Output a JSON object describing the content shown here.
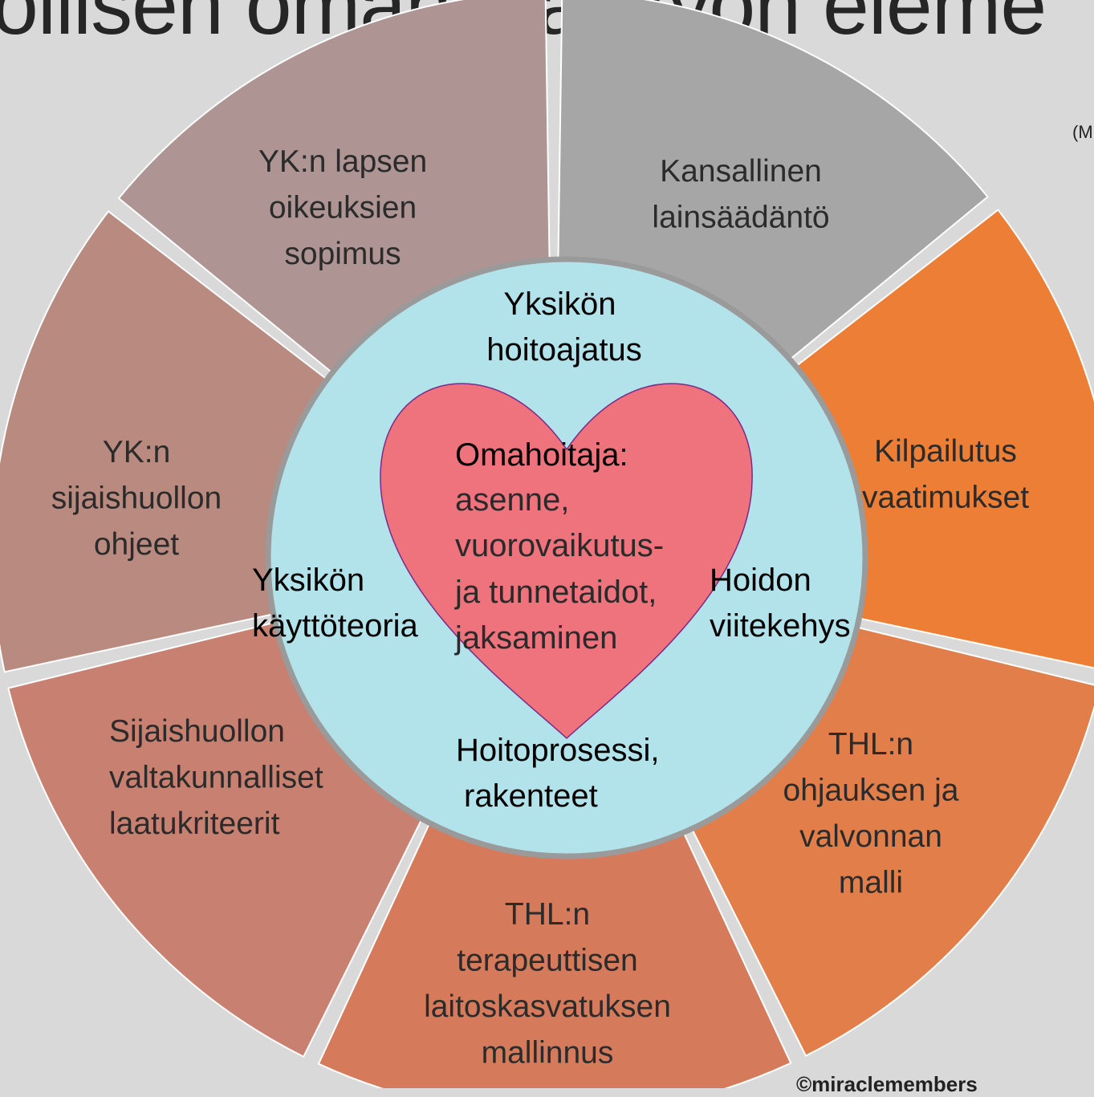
{
  "title": "ollisen omahoitajatyön eleme",
  "corner_note": "(M",
  "credit": "©miraclemembers",
  "colors": {
    "background": "#d9d9d9",
    "center_circle": "#b2e2ea",
    "center_ring": "#9a9a9a",
    "heart_fill": "#ee737c",
    "heart_stroke": "#7a2a8a"
  },
  "segments": [
    {
      "id": "yk-lapsen",
      "lines": [
        "YK:n lapsen",
        "oikeuksien",
        "sopimus"
      ],
      "color": "#a6a6a6"
    },
    {
      "id": "kansallinen",
      "lines": [
        "Kansallinen",
        "lainsäädäntö"
      ],
      "color": "#ec7e35"
    },
    {
      "id": "kilpailutus",
      "lines": [
        "Kilpailutus",
        "vaatimukset"
      ],
      "color": "#e17e4a"
    },
    {
      "id": "thl-ohjaus",
      "lines": [
        "THL:n",
        "ohjauksen ja",
        "valvonnan",
        "malli"
      ],
      "color": "#d57b5c"
    },
    {
      "id": "thl-terapeuttinen",
      "lines": [
        "THL:n",
        "terapeuttisen",
        "laitoskasvatuksen",
        "mallinnus"
      ],
      "color": "#c88070"
    },
    {
      "id": "sijaishuolto-laatu",
      "lines": [
        "Sijaishuollon",
        "valtakunnalliset",
        "laatukriteerit"
      ],
      "color": "#b98a7f"
    },
    {
      "id": "yk-sijaishuolto",
      "lines": [
        "YK:n",
        "sijaishuollon",
        "ohjeet"
      ],
      "color": "#ae9594"
    }
  ],
  "inner_labels": {
    "top": [
      "Yksikön",
      "hoitoajatus"
    ],
    "right": [
      "Hoidon",
      "viitekehys"
    ],
    "bottom": [
      "Hoitoprosessi,",
      "rakenteet"
    ],
    "left": [
      "Yksikön",
      "käyttöteoria"
    ]
  },
  "heart": {
    "heading": "Omahoitaja:",
    "lines": [
      "asenne,",
      "vuorovaikutus-",
      "ja tunnetaidot,",
      "jaksaminen"
    ]
  }
}
